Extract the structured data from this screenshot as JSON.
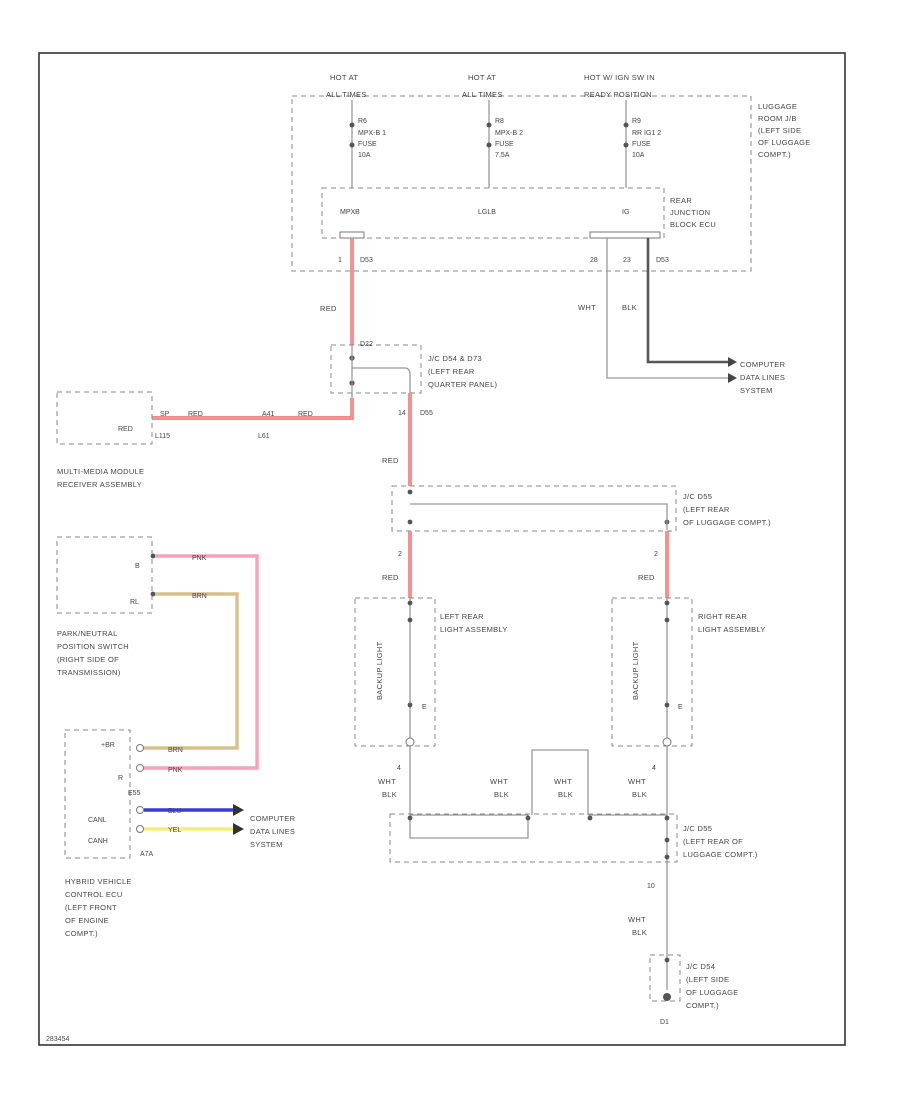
{
  "diagram": {
    "fuse_sources": [
      {
        "top": "HOT AT",
        "bottom": "ALL TIMES"
      },
      {
        "top": "HOT AT",
        "bottom": "ALL TIMES"
      },
      {
        "top": "HOT W/ IGN SW IN",
        "bottom": "READY POSITION"
      }
    ],
    "fuses": [
      {
        "id": "R6",
        "name": "MPX-B 1",
        "type": "FUSE",
        "rating": "10A"
      },
      {
        "id": "R8",
        "name": "MPX-B 2",
        "type": "FUSE",
        "rating": "7.5A"
      },
      {
        "id": "R9",
        "name": "RR IG1 2",
        "type": "FUSE",
        "rating": "10A"
      }
    ],
    "luggage_jb": [
      "LUGGAGE",
      "ROOM J/B",
      "(LEFT SIDE",
      "OF LUGGAGE",
      "COMPT.)"
    ],
    "rear_jb": [
      "REAR",
      "JUNCTION",
      "BLOCK ECU"
    ],
    "ecu_pins": [
      "MPXB",
      "LGLB",
      "IG"
    ],
    "jb_pins": {
      "left_num": "1",
      "left_conn": "D53",
      "mid1": "28",
      "mid2": "23",
      "right_conn": "D53"
    },
    "wire_colors": {
      "red": "RED",
      "whtblk": "WHT",
      "blk": "BLK",
      "pnk": "PNK",
      "brn": "BRN",
      "blu": "BLU",
      "yel": "YEL",
      "whtblk_full": "WHT / BLK"
    },
    "computer_data_1": [
      "COMPUTER",
      "DATA LINES",
      "SYSTEM"
    ],
    "jc1": {
      "conn": "D22",
      "label": [
        "J/C D54 & D73",
        "(LEFT REAR",
        "QUARTER PANEL)"
      ],
      "pin": "14",
      "pin_conn": "D55"
    },
    "multimedia": {
      "pin": "RED",
      "conn": "L115",
      "splice1": "L61",
      "label": [
        "MULTI-MEDIA MODULE",
        "RECEIVER ASSEMBLY"
      ],
      "wire_a": "SP",
      "wire_b": "RED",
      "wire_c": "A41"
    },
    "jc2": {
      "label": [
        "J/C D55",
        "(LEFT REAR",
        "OF LUGGAGE COMPT.)"
      ]
    },
    "pn_switch": {
      "pin_b": "B",
      "pin_rl": "RL",
      "label": [
        "PARK/NEUTRAL",
        "POSITION SWITCH",
        "(RIGHT SIDE OF",
        "TRANSMISSION)"
      ]
    },
    "left_rear": {
      "pin": "2",
      "label": [
        "LEFT REAR",
        "LIGHT ASSEMBLY"
      ],
      "lamp": "BACKUP LIGHT",
      "ground_pin": "4"
    },
    "right_rear": {
      "pin": "2",
      "label": [
        "RIGHT REAR",
        "LIGHT ASSEMBLY"
      ],
      "lamp": "BACKUP LIGHT",
      "ground_pin": "4"
    },
    "hv_ecu": {
      "pins": [
        "+BR",
        "R",
        "E55",
        "CANL",
        "CANH",
        "A7A"
      ],
      "label": [
        "HYBRID VEHICLE",
        "CONTROL ECU",
        "(LEFT FRONT",
        "OF ENGINE",
        "COMPT.)"
      ]
    },
    "computer_data_2": [
      "COMPUTER",
      "DATA LINES",
      "SYSTEM"
    ],
    "jc3": {
      "label": [
        "J/C D55",
        "(LEFT REAR OF",
        "LUGGAGE COMPT.)"
      ],
      "pin": "10"
    },
    "jc4": {
      "label": [
        "J/C D54",
        "(LEFT SIDE",
        "OF LUGGAGE",
        "COMPT.)"
      ]
    },
    "ground": "D1",
    "footer": "283454"
  }
}
